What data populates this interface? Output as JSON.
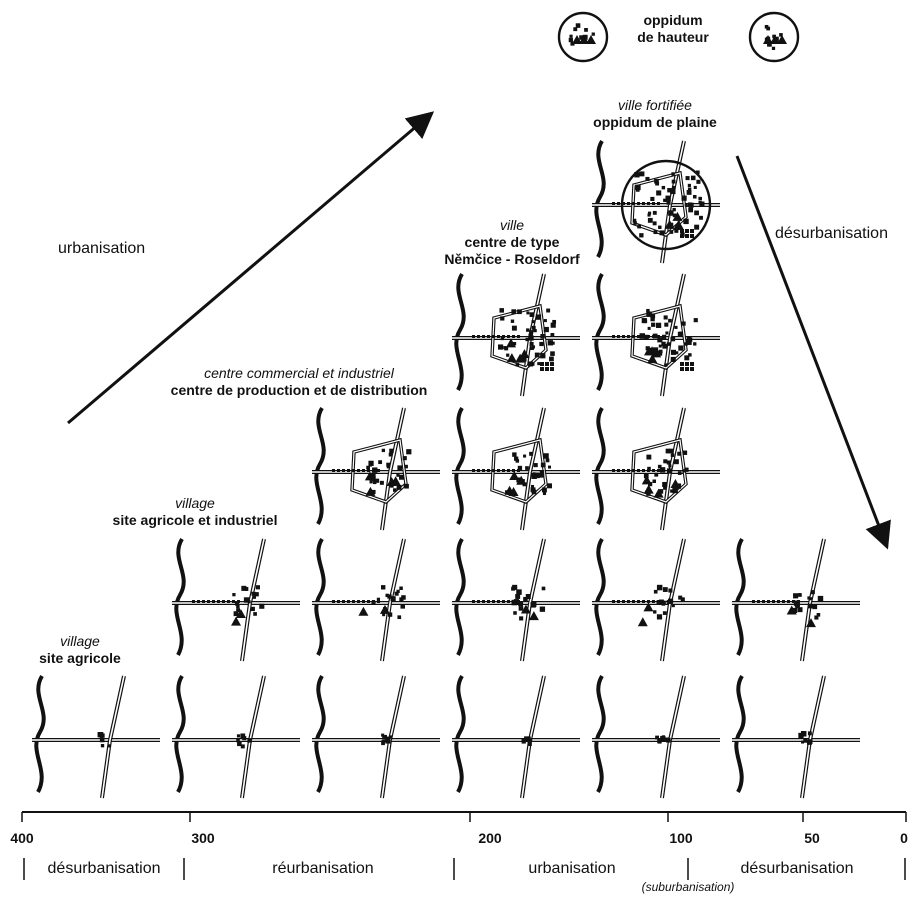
{
  "stages": {
    "oppidum_hauteur": {
      "bold": "oppidum\nde hauteur"
    },
    "oppidum_plaine": {
      "italic": "ville fortifiée",
      "bold": "oppidum de plaine"
    },
    "ville": {
      "italic": "ville",
      "bold": "centre de type\nNěmčice - Roseldorf"
    },
    "centre": {
      "italic": "centre commercial et industriel",
      "bold": "centre de production et de distribution"
    },
    "village2": {
      "italic": "village",
      "bold": "site agricole et industriel"
    },
    "village1": {
      "italic": "village",
      "bold": "site agricole"
    }
  },
  "arrows": {
    "up": "urbanisation",
    "down": "désurbanisation"
  },
  "timeline": {
    "ticks": [
      "400",
      "300",
      "200",
      "100",
      "50",
      "0"
    ],
    "phases": [
      "désurbanisation",
      "réurbanisation",
      "urbanisation",
      "désurbanisation"
    ],
    "note": "(suburbanisation)"
  }
}
